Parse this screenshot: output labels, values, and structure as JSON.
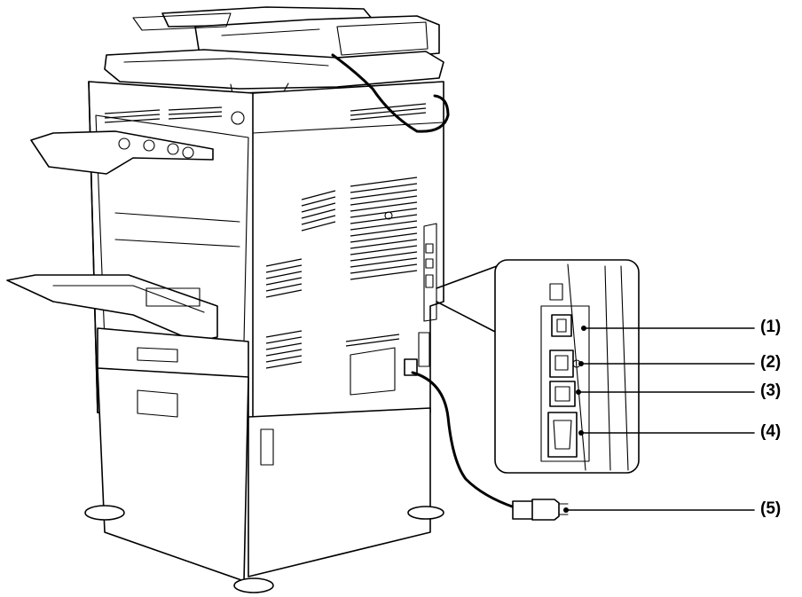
{
  "figure": "Rear view of copier showing interface connectors",
  "callouts": [
    {
      "id": "c1",
      "label": "(1)"
    },
    {
      "id": "c2",
      "label": "(2)"
    },
    {
      "id": "c3",
      "label": "(3)"
    },
    {
      "id": "c4",
      "label": "(4)"
    },
    {
      "id": "c5",
      "label": "(5)"
    }
  ],
  "icons": {
    "connector_1": "usb-a-port-icon",
    "connector_2": "usb-b-port-icon",
    "connector_3": "lan-port-icon",
    "connector_4": "db-connector-icon",
    "cable_5": "power-plug-icon"
  }
}
